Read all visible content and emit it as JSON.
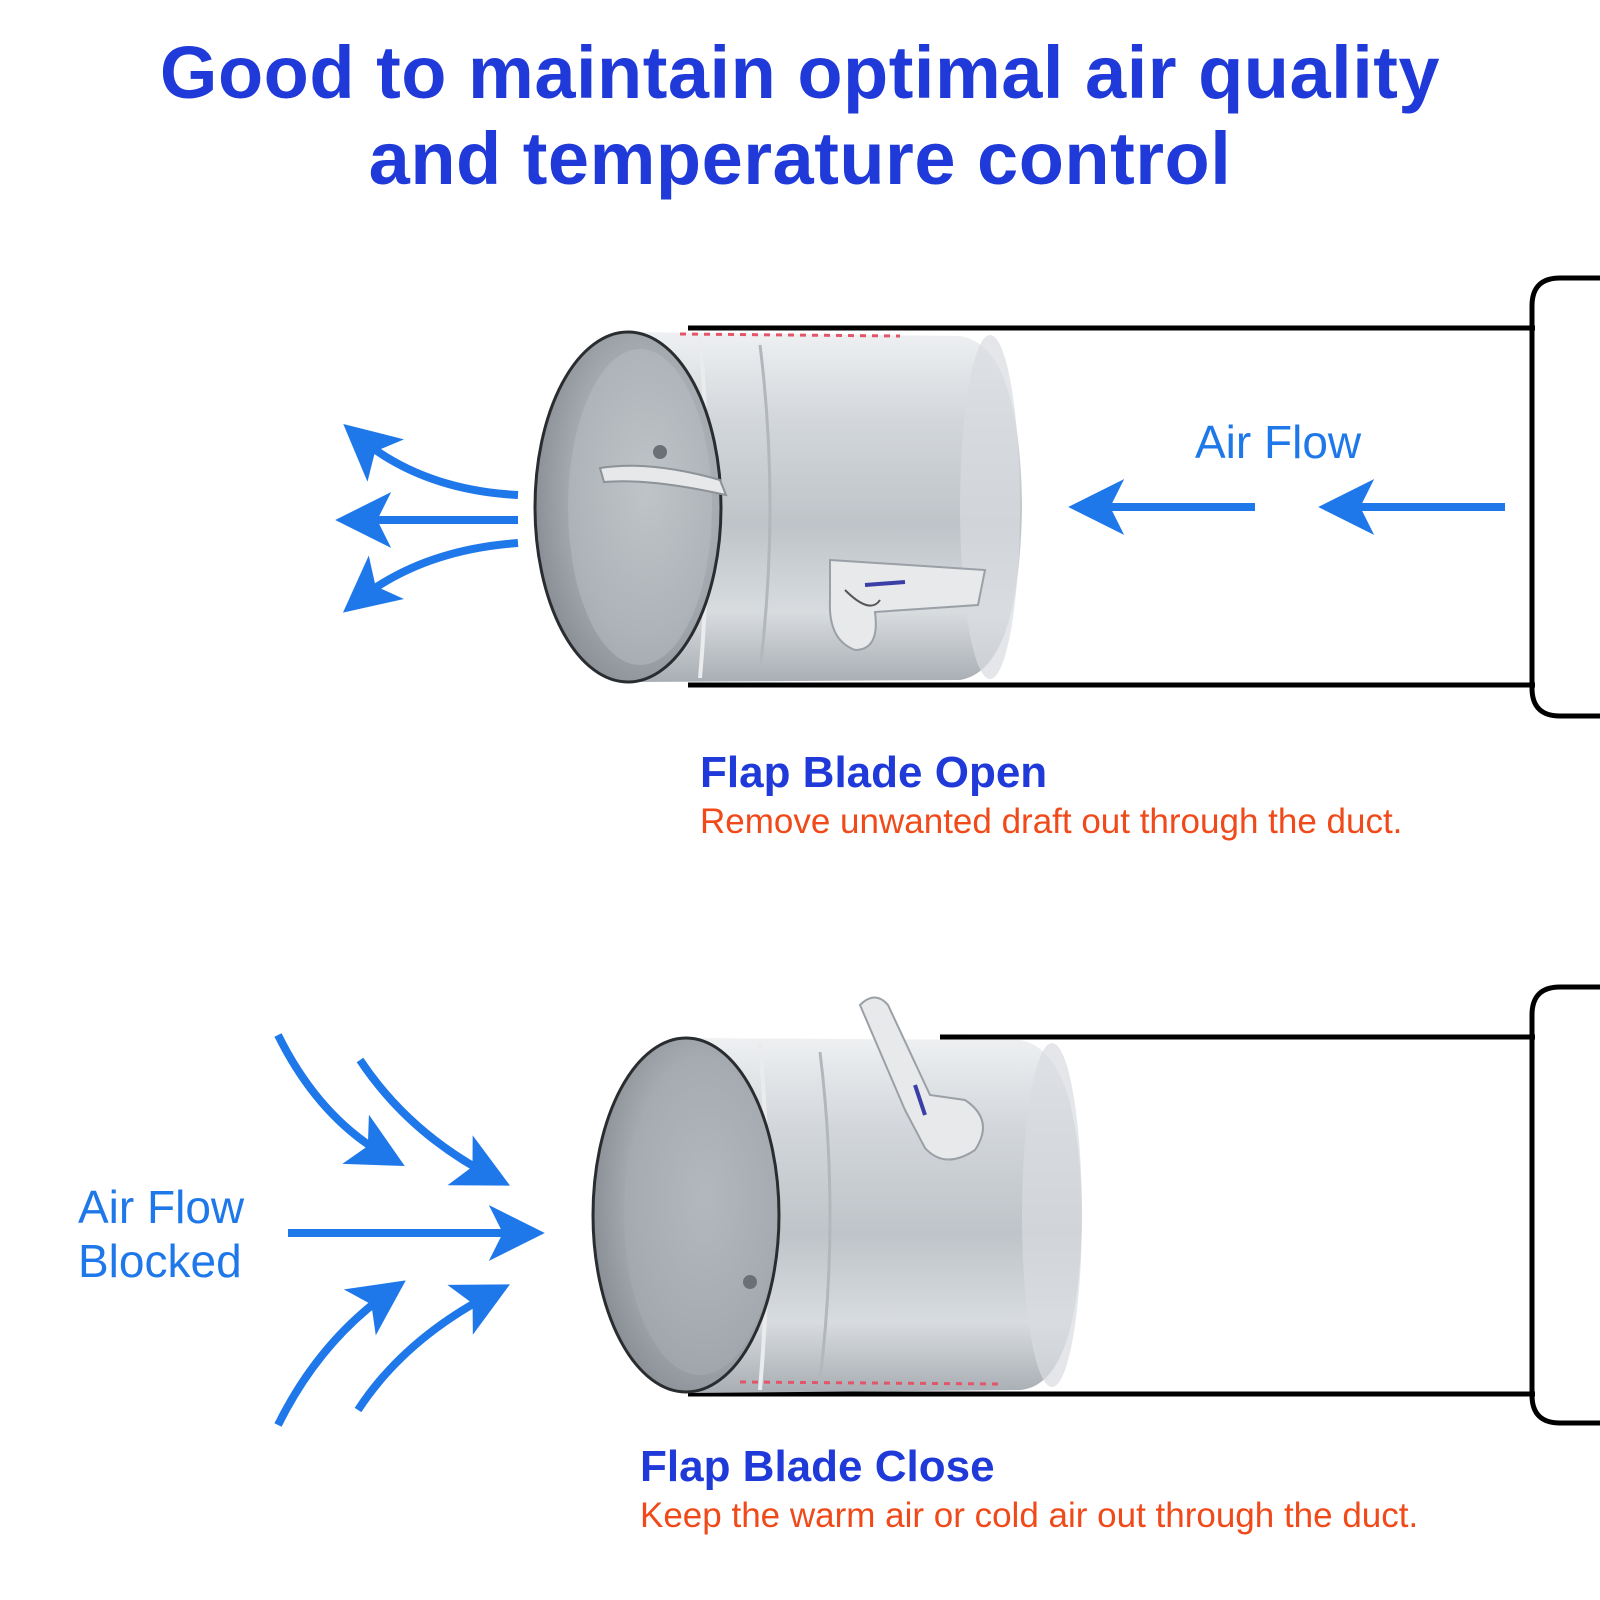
{
  "title": {
    "line1": "Good to maintain optimal air quality",
    "line2": "and temperature control"
  },
  "open_state": {
    "flow_label": "Air Flow",
    "caption_title": "Flap Blade Open",
    "caption_desc": "Remove unwanted draft out through the duct."
  },
  "closed_state": {
    "flow_label_line1": "Air Flow",
    "flow_label_line2": "Blocked",
    "caption_title": "Flap Blade Close",
    "caption_desc": "Keep the warm air or cold air out through the duct."
  },
  "colors": {
    "title": "#1f3ad8",
    "arrow": "#1f78ea",
    "caption_desc": "#f04a1a",
    "duct_outline": "#000000",
    "metal": "#c9cdd2"
  }
}
